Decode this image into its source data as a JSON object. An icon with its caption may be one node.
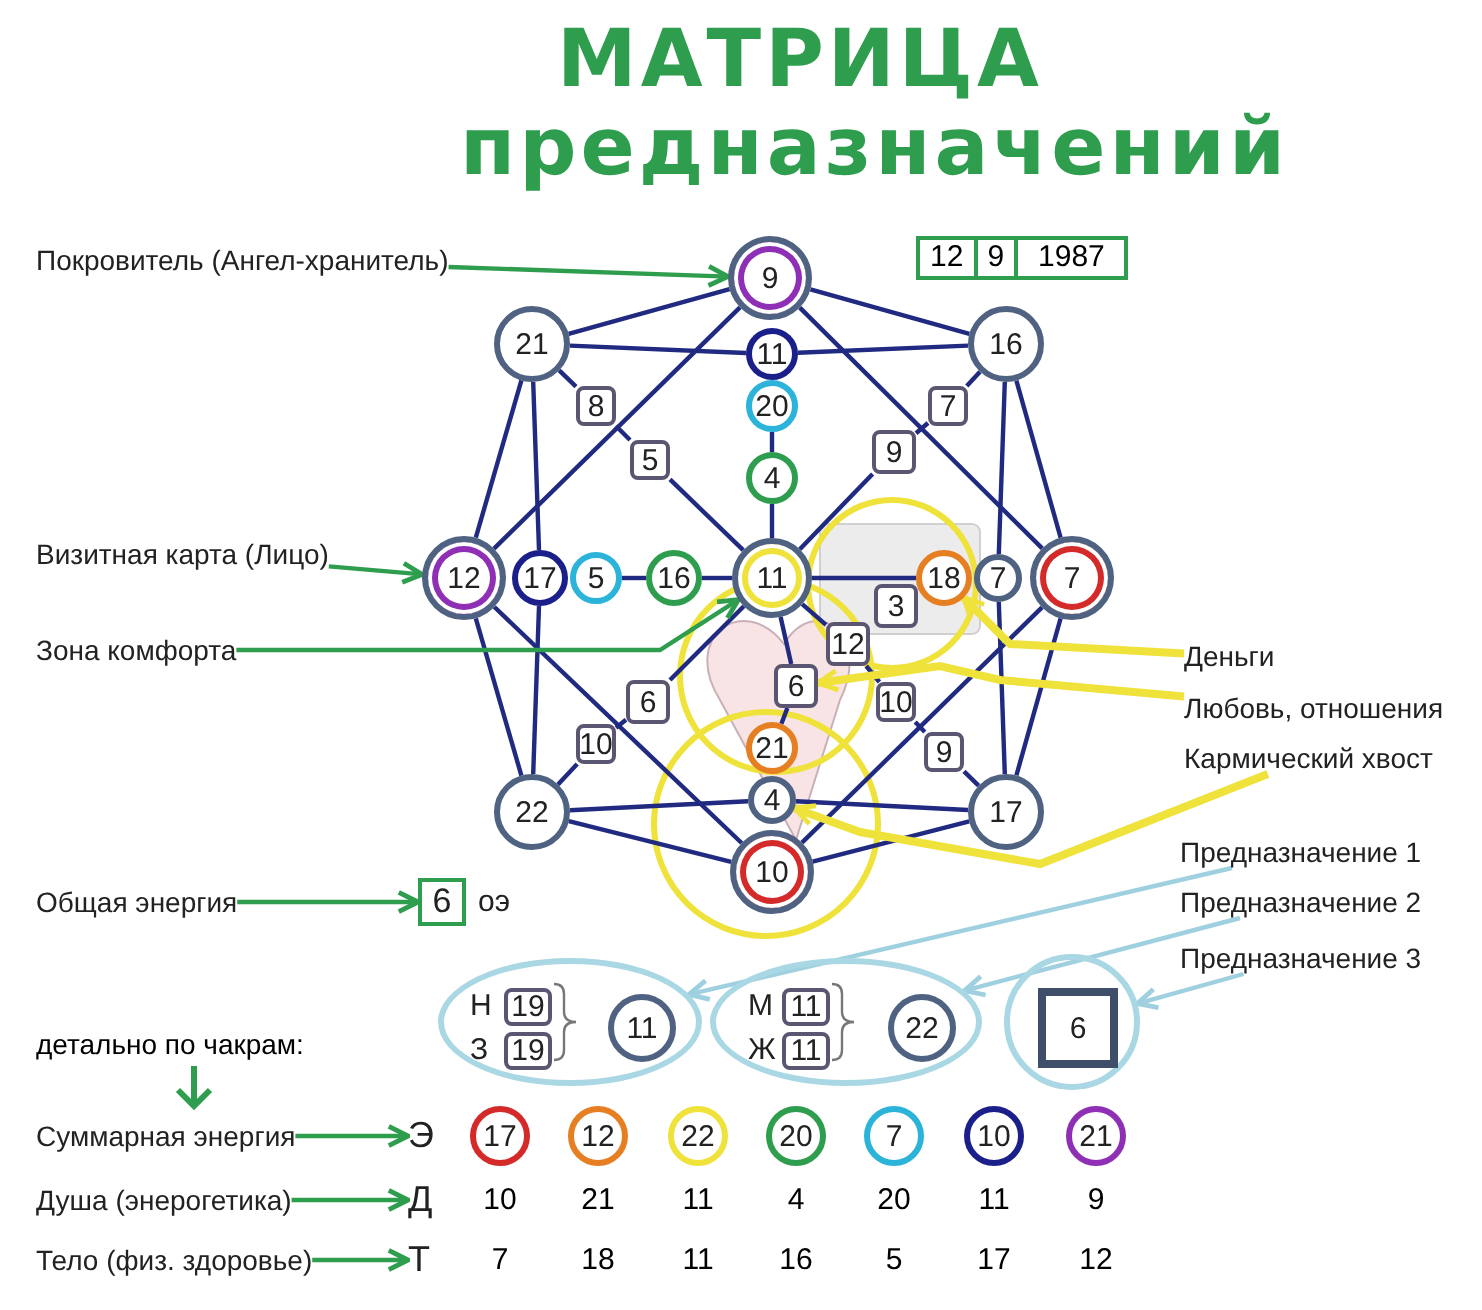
{
  "diagram": {
    "title": "МАТРИЦА предназначений",
    "nodes": [
      {
        "text": [
          "9"
        ]
      },
      {
        "text": [
          "21"
        ]
      },
      {
        "text": [
          "11"
        ]
      },
      {
        "text": [
          "16"
        ]
      },
      {
        "text": [
          "20"
        ]
      },
      {
        "text": [
          "4"
        ]
      },
      {
        "text": [
          "12"
        ]
      },
      {
        "text": [
          "17"
        ]
      },
      {
        "text": [
          "5"
        ]
      },
      {
        "text": [
          "16"
        ]
      },
      {
        "text": [
          "11"
        ]
      },
      {
        "text": [
          "18"
        ]
      },
      {
        "text": [
          "7"
        ]
      },
      {
        "text": [
          "7"
        ]
      },
      {
        "text": [
          "22"
        ]
      },
      {
        "text": [
          "21"
        ]
      },
      {
        "text": [
          "4"
        ]
      },
      {
        "text": [
          "10"
        ]
      },
      {
        "text": [
          "17"
        ]
      },
      {
        "text": [
          "8"
        ]
      },
      {
        "text": [
          "5"
        ]
      },
      {
        "text": [
          "7"
        ]
      },
      {
        "text": [
          "9"
        ]
      },
      {
        "text": [
          "3"
        ]
      },
      {
        "text": [
          "12"
        ]
      },
      {
        "text": [
          "6"
        ]
      },
      {
        "text": [
          "6"
        ]
      },
      {
        "text": [
          "10"
        ]
      },
      {
        "text": [
          "10"
        ]
      },
      {
        "text": [
          "9"
        ]
      },
      {
        "text": [
          "Покровитель (Ангел-хранитель)"
        ]
      },
      {
        "text": [
          "Визитная карта (Лицо)"
        ]
      },
      {
        "text": [
          "Зона комфорта"
        ]
      },
      {
        "text": [
          "Деньги"
        ]
      },
      {
        "text": [
          "Любовь, отношения"
        ]
      },
      {
        "text": [
          "Кармический хвост"
        ]
      },
      {
        "text": [
          "Общая энергия"
        ]
      },
      {
        "text": [
          "6"
        ],
        "beside": [
          "оэ"
        ]
      },
      {
        "text": [
          "Предназначение 1"
        ]
      },
      {
        "text": [
          "Предназначение 2"
        ]
      },
      {
        "text": [
          "Предназначение 3"
        ]
      },
      {
        "text": [],
        "shape": "ellipse"
      },
      {
        "text": [
          "19"
        ],
        "in": 41,
        "beside": [
          "Н"
        ]
      },
      {
        "text": [
          "19"
        ],
        "in": 41,
        "beside": [
          "З"
        ]
      },
      {
        "text": [
          "11"
        ],
        "in": 41
      },
      {
        "text": [],
        "shape": "ellipse"
      },
      {
        "text": [
          "11"
        ],
        "in": 45,
        "beside": [
          "М"
        ]
      },
      {
        "text": [
          "11"
        ],
        "in": 45,
        "beside": [
          "Ж"
        ]
      },
      {
        "text": [
          "22"
        ],
        "in": 45
      },
      {
        "text": [],
        "shape": "circle"
      },
      {
        "text": [
          "6"
        ],
        "in": 49
      },
      {
        "text": [
          "Суммарная энергия"
        ]
      },
      {
        "text": [
          "Э"
        ]
      },
      {
        "text": [
          "Душа (энерогетика)"
        ]
      },
      {
        "text": [
          "Д"
        ]
      },
      {
        "text": [
          "Тело (физ. здоровье)"
        ]
      },
      {
        "text": [
          "Т"
        ]
      },
      {
        "text": [
          "17"
        ]
      },
      {
        "text": [
          "12"
        ]
      },
      {
        "text": [
          "22"
        ]
      },
      {
        "text": [
          "20"
        ]
      },
      {
        "text": [
          "7"
        ]
      },
      {
        "text": [
          "10"
        ]
      },
      {
        "text": [
          "21"
        ]
      }
    ],
    "edges": [
      {
        "from": 0,
        "to": 1,
        "arrow": "none"
      },
      {
        "from": 0,
        "to": 3,
        "arrow": "none"
      },
      {
        "from": 1,
        "to": 6,
        "arrow": "none"
      },
      {
        "from": 3,
        "to": 13,
        "arrow": "none"
      },
      {
        "from": 6,
        "to": 14,
        "arrow": "none"
      },
      {
        "from": 13,
        "to": 18,
        "arrow": "none"
      },
      {
        "from": 14,
        "to": 17,
        "arrow": "none"
      },
      {
        "from": 18,
        "to": 17,
        "arrow": "none"
      },
      {
        "from": 1,
        "to": 2,
        "arrow": "none"
      },
      {
        "from": 2,
        "to": 3,
        "arrow": "none"
      },
      {
        "from": 8,
        "to": 9,
        "arrow": "none"
      },
      {
        "from": 9,
        "to": 10,
        "arrow": "none"
      },
      {
        "from": 10,
        "to": 11,
        "arrow": "none"
      },
      {
        "from": 1,
        "to": 7,
        "arrow": "none"
      },
      {
        "from": 7,
        "to": 14,
        "arrow": "none"
      },
      {
        "from": 3,
        "to": 12,
        "arrow": "none"
      },
      {
        "from": 12,
        "to": 18,
        "arrow": "none"
      },
      {
        "from": 14,
        "to": 16,
        "arrow": "none"
      },
      {
        "from": 16,
        "to": 18,
        "arrow": "none"
      },
      {
        "from": 4,
        "to": 5,
        "arrow": "none"
      },
      {
        "from": 5,
        "to": 10,
        "arrow": "none"
      },
      {
        "from": 10,
        "to": 26,
        "arrow": "none"
      },
      {
        "from": 26,
        "to": 15,
        "arrow": "none"
      },
      {
        "from": 0,
        "to": 6,
        "arrow": "none"
      },
      {
        "from": 0,
        "to": 13,
        "arrow": "none"
      },
      {
        "from": 6,
        "to": 17,
        "arrow": "none"
      },
      {
        "from": 13,
        "to": 17,
        "arrow": "none"
      },
      {
        "from": 1,
        "to": 19,
        "arrow": "none"
      },
      {
        "from": 19,
        "to": 20,
        "arrow": "none"
      },
      {
        "from": 20,
        "to": 10,
        "arrow": "none"
      },
      {
        "from": 3,
        "to": 21,
        "arrow": "none"
      },
      {
        "from": 21,
        "to": 22,
        "arrow": "none"
      },
      {
        "from": 22,
        "to": 10,
        "arrow": "none"
      },
      {
        "from": 10,
        "to": 25,
        "arrow": "none"
      },
      {
        "from": 25,
        "to": 28,
        "arrow": "none"
      },
      {
        "from": 28,
        "to": 14,
        "arrow": "none"
      },
      {
        "from": 10,
        "to": 24,
        "arrow": "none"
      },
      {
        "from": 24,
        "to": 27,
        "arrow": "none"
      },
      {
        "from": 27,
        "to": 29,
        "arrow": "none"
      },
      {
        "from": 29,
        "to": 18,
        "arrow": "none"
      },
      {
        "from": 30,
        "to": 0,
        "arrow": "to",
        "color": "#2e9e4e"
      },
      {
        "from": 31,
        "to": 6,
        "arrow": "to",
        "color": "#2e9e4e"
      },
      {
        "from": 32,
        "to": 10,
        "arrow": "to",
        "color": "#2e9e4e"
      },
      {
        "from": 36,
        "to": 37,
        "arrow": "to",
        "color": "#2e9e4e"
      },
      {
        "from": 51,
        "to": 52,
        "arrow": "to",
        "color": "#2e9e4e"
      },
      {
        "from": 53,
        "to": 54,
        "arrow": "to",
        "color": "#2e9e4e"
      },
      {
        "from": 55,
        "to": 56,
        "arrow": "to",
        "color": "#2e9e4e"
      },
      {
        "from": 33,
        "to": 11,
        "arrow": "to",
        "style": "thick",
        "color": "#efe23a"
      },
      {
        "from": 34,
        "to": 26,
        "arrow": "to",
        "style": "thick",
        "color": "#efe23a"
      },
      {
        "from": 35,
        "to": 16,
        "arrow": "to",
        "style": "thick",
        "color": "#efe23a"
      },
      {
        "from": 38,
        "to": 41,
        "arrow": "to",
        "color": "#9fd0e0"
      },
      {
        "from": 39,
        "to": 45,
        "arrow": "to",
        "color": "#9fd0e0"
      },
      {
        "from": 40,
        "to": 49,
        "arrow": "to",
        "color": "#9fd0e0"
      }
    ],
    "labels": [
      "12",
      "9",
      "1987",
      "детально по чакрам:",
      "10",
      "21",
      "11",
      "4",
      "20",
      "11",
      "9",
      "7",
      "18",
      "11",
      "16",
      "5",
      "17",
      "12"
    ]
  }
}
